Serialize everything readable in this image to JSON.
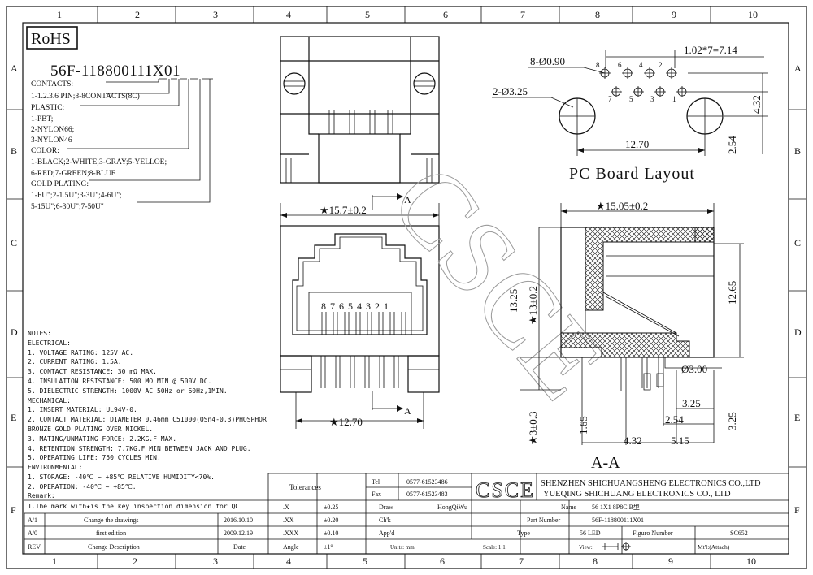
{
  "rohs": "RoHS",
  "part_code": "56F-118800111X01",
  "options": [
    "CONTACTS:",
    "1-1.2.3.6 PIN;8-8CONTACTS(8C)",
    "PLASTIC:",
    "1-PBT;",
    "2-NYLON66;",
    "3-NYLON46",
    "COLOR:",
    "1-BLACK;2-WHITE;3-GRAY;5-YELLOE;",
    "6-RED;7-GREEN;8-BLUE",
    "GOLD PLATING:",
    "1-FU\";2-1.5U\";3-3U\";4-6U\";",
    "5-15U\";6-30U\";7-50U\""
  ],
  "notes": [
    "NOTES:",
    "ELECTRICAL:",
    "1. VOLTAGE RATING: 125V AC.",
    "2. CURRENT RATING: 1.5A.",
    "3. CONTACT RESISTANCE: 30 mΩ MAX.",
    "4. INSULATION RESISTANCE: 500 MΩ MIN @ 500V DC.",
    "5. DIELECTRIC STRENGTH: 1000V AC 50Hz or 60Hz,1MIN.",
    "MECHANICAL:",
    "1. INSERT MATERIAL: UL94V-0.",
    "2. CONTACT MATERIAL: DIAMETER 0.46mm C51000(QSn4-0.3)PHOSPHOR",
    "   BRONZE GOLD PLATING OVER NICKEL.",
    "3. MATING/UNMATING FORCE: 2.2KG.F MAX.",
    "4. RETENTION STRENGTH: 7.7KG.F MIN BETWEEN JACK AND PLUG.",
    "5. OPERATING LIFE: 750 CYCLES MIN.",
    "ENVIRONMENTAL:",
    "1. STORAGE: -40℃ ~ +85℃ RELATIVE HUMIDITY<70%.",
    "2. OPERATION: -40℃ ~ +85℃.",
    "Remark:",
    "1.The mark with★is the key inspection dimension for QC"
  ],
  "border_cols": [
    "1",
    "2",
    "3",
    "4",
    "5",
    "6",
    "7",
    "8",
    "9",
    "10"
  ],
  "border_rows": [
    "A",
    "B",
    "C",
    "D",
    "E",
    "F"
  ],
  "dims": {
    "front_width": "★15.7±0.2",
    "front_bottom": "★12.70",
    "section_A": "A",
    "pin_numbers": "8 7 6 5 4 3 2 1",
    "pcb_holes": "8-Ø0.90",
    "pcb_mount": "2-Ø3.25",
    "pcb_pitch": "1.02*7=7.14",
    "pcb_432": "4.32",
    "pcb_254": "2.54",
    "pcb_1270": "12.70",
    "pcb_pins": [
      "8",
      "6",
      "4",
      "2",
      "7",
      "5",
      "3",
      "1"
    ],
    "pcb_title": "PC Board Layout",
    "side_width": "★15.05±0.2",
    "side_1325": "13.25",
    "side_13": "★13±0.2",
    "side_1265": "12.65",
    "side_300": "Ø3.00",
    "side_325a": "3.25",
    "side_325b": "3.25",
    "side_254": "2.54",
    "side_165": "1.65",
    "side_3": "★3±0.3",
    "side_432": "4.32",
    "side_515": "5.15",
    "section_label": "A-A"
  },
  "watermark": "CSCE",
  "title_block": {
    "tolerances": "Tolerances",
    "tel_label": "Tel",
    "tel": "0577-61523486",
    "fax_label": "Fax",
    "fax": "0577-61523483",
    "logo": "CSCE",
    "company_1": "SHENZHEN SHICHUANGSHENG ELECTRONICS CO.,LTD",
    "company_2": "YUEQING SHICHUANG ELECTRONICS CO., LTD",
    "tol_rows": [
      {
        "k": ".X",
        "v": "±0.25"
      },
      {
        "k": ".XX",
        "v": "±0.20"
      },
      {
        "k": ".XXX",
        "v": "±0.10"
      },
      {
        "k": "Angle",
        "v": "±1°"
      }
    ],
    "draw_label": "Draw",
    "draw_name": "HongQiWu",
    "name_label": "Name",
    "name_value": "56 1X1 8P8C B型",
    "chk_label": "Ch'k",
    "partno_label": "Part Number",
    "partno_value": "56F-118800111X01",
    "appd_label": "App'd",
    "type_label": "Type",
    "type_value": "56 LED",
    "figure_label": "Figuro Number",
    "figure_value": "SC652",
    "units": "Units: mm",
    "scale": "Scale: 1:1",
    "view": "View:",
    "mtl": "Mt'l:(Attach)",
    "revisions": [
      {
        "rev": "A/1",
        "desc": "Change the drawings",
        "date": "2016.10.10"
      },
      {
        "rev": "A/0",
        "desc": "first edition",
        "date": "2009.12.19"
      },
      {
        "rev": "REV",
        "desc": "Change Description",
        "date": "Date"
      }
    ]
  }
}
